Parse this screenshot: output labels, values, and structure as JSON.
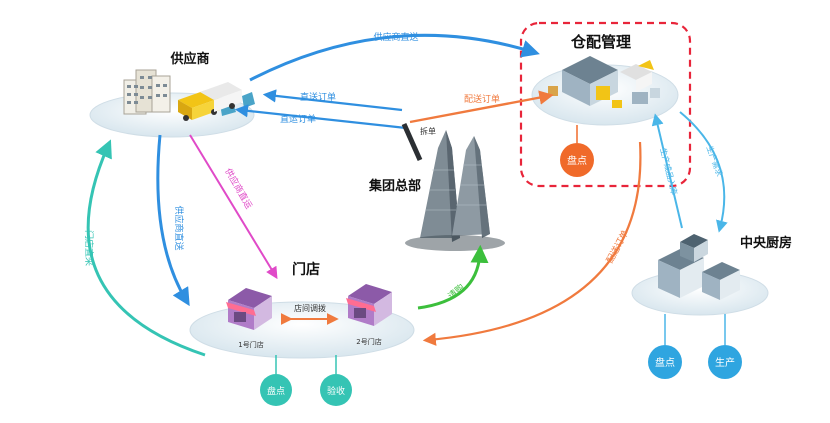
{
  "nodes": {
    "supplier": {
      "label": "供应商"
    },
    "warehouse": {
      "label": "仓配管理",
      "sub": "盘点"
    },
    "hq": {
      "label": "集团总部"
    },
    "stores": {
      "label": "门店",
      "store1": "1号门店",
      "store2": "2号门店",
      "transfer": "店间调拨",
      "actions": [
        "盘点",
        "验收"
      ]
    },
    "kitchen": {
      "label": "中央厨房",
      "actions": [
        "盘点",
        "生产"
      ]
    }
  },
  "flows": {
    "supplier_to_warehouse": "供应商直送",
    "hq_to_supplier_direct": "直送订单",
    "hq_to_supplier_direct_2": "直运订单",
    "hq_to_warehouse": "配送订单",
    "split": "拆单",
    "supplier_to_store": "供应商直运",
    "supplier_direct_store": "供应商直送",
    "store_direct_purchase": "门店直采",
    "store_request": "请购",
    "warehouse_to_store": "配送订单",
    "kitchen_to_warehouse": "生产成品入库",
    "warehouse_to_kitchen": "生产需求"
  },
  "colors": {
    "blue": "#2f8fe0",
    "magenta": "#e04ac8",
    "orange": "#f07a3e",
    "teal": "#35c4b4",
    "green": "#3cbf3c",
    "cyan": "#4ab6e8",
    "red_dash": "#e8253a"
  }
}
